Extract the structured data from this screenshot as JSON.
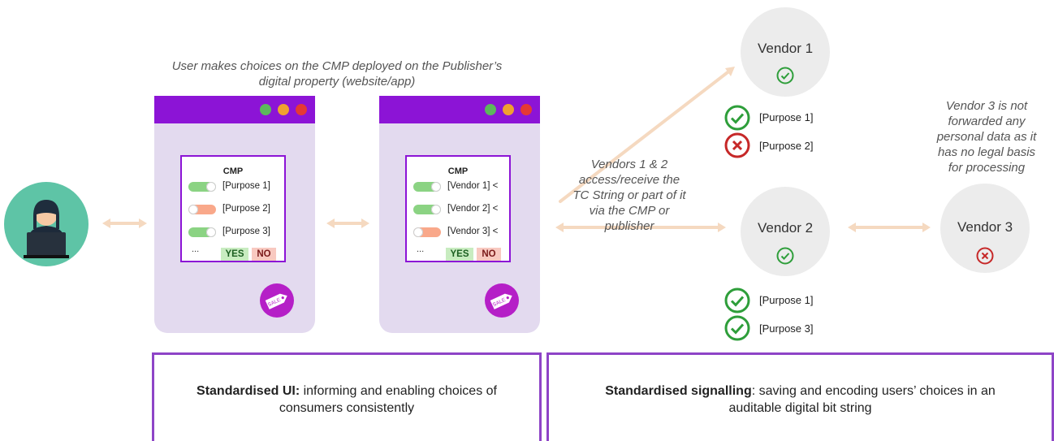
{
  "top_caption_line1": "User makes choices on the CMP deployed on the Publisher’s",
  "top_caption_line2": "digital property (website/app)",
  "cmp_left": {
    "title": "CMP",
    "rows": [
      "[Purpose 1]",
      "[Purpose 2]",
      "[Purpose 3]"
    ],
    "ellipsis": "...",
    "yes": "YES",
    "no": "NO",
    "tag": "SALE"
  },
  "cmp_right": {
    "title": "CMP",
    "rows": [
      "[Vendor 1] <",
      "[Vendor 2] <",
      "[Vendor 3] <"
    ],
    "ellipsis": "...",
    "yes": "YES",
    "no": "NO",
    "tag": "SALE"
  },
  "middle_caption": [
    "Vendors 1 & 2",
    "access/receive the",
    "TC String or part of it",
    "via the CMP or",
    "publisher"
  ],
  "vendors": {
    "v1": {
      "name": "Vendor 1",
      "purposes": [
        "[Purpose 1]",
        "[Purpose 2]"
      ]
    },
    "v2": {
      "name": "Vendor 2",
      "purposes": [
        "[Purpose 1]",
        "[Purpose 3]"
      ]
    },
    "v3": {
      "name": "Vendor 3"
    }
  },
  "vendor3_caption": [
    "Vendor 3 is not",
    "forwarded any",
    "personal data as it",
    "has no legal basis",
    "for processing"
  ],
  "footer_left": {
    "bold": "Standardised UI:",
    "text": " informing and enabling choices of",
    "line2": "consumers consistently"
  },
  "footer_right": {
    "bold": "Standardised signalling",
    "text": ": saving and encoding users’ choices in an",
    "line2": "auditable digital bit string"
  },
  "colors": {
    "purple": "#8c14d6",
    "green": "#2e9e3a",
    "red": "#c62828",
    "arrow": "#f5d9c0"
  },
  "icons": [
    "user-avatar-icon",
    "check-circle-icon",
    "cross-circle-icon",
    "sale-tag-icon"
  ]
}
